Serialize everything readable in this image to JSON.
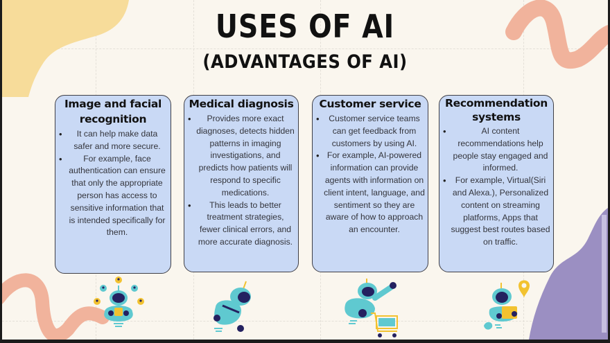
{
  "slide": {
    "title": "USES OF AI",
    "subtitle": "(ADVANTAGES OF AI)",
    "colors": {
      "background": "#faf6ee",
      "card_fill": "#c9d9f5",
      "card_border": "#3e3e46",
      "yellow_blob": "#f7dc9a",
      "pink_squiggle": "#f1b39c",
      "purple_blob": "#9b8fc2",
      "robot_teal": "#5fc9d0",
      "robot_navy": "#242160",
      "accent_yellow": "#f2c230"
    }
  },
  "cards": [
    {
      "heading": "Image and facial recognition",
      "bullets": [
        "It can help make data safer and more secure.",
        "For example, face authentication can ensure that only the appropriate person has access to sensitive information that is intended specifically for them."
      ]
    },
    {
      "heading": "Medical diagnosis",
      "bullets": [
        "Provides more exact diagnoses, detects hidden patterns in imaging investigations, and predicts how patients will respond to specific medications.",
        "This leads to better treatment strategies, fewer clinical errors, and more accurate diagnosis."
      ]
    },
    {
      "heading": "Customer service",
      "bullets": [
        "Customer service teams can get feedback from customers by using AI.",
        "For example, AI-powered information can provide agents with information on client intent, language, and sentiment so they are aware of how to approach an encounter."
      ]
    },
    {
      "heading": "Recommendation systems",
      "bullets": [
        "AI content recommendations help people stay engaged and informed.",
        "For example, Virtual(Siri and Alexa.), Personalized content on streaming platforms, Apps that suggest best routes based on traffic."
      ]
    }
  ],
  "illustrations": [
    {
      "name": "robot-with-people-icons",
      "icon": "robot-network-icon"
    },
    {
      "name": "robot-flying",
      "icon": "robot-doctor-icon"
    },
    {
      "name": "robot-with-shopping-cart",
      "icon": "shopping-cart-icon"
    },
    {
      "name": "robot-with-map-pin",
      "icon": "map-pin-icon"
    }
  ]
}
